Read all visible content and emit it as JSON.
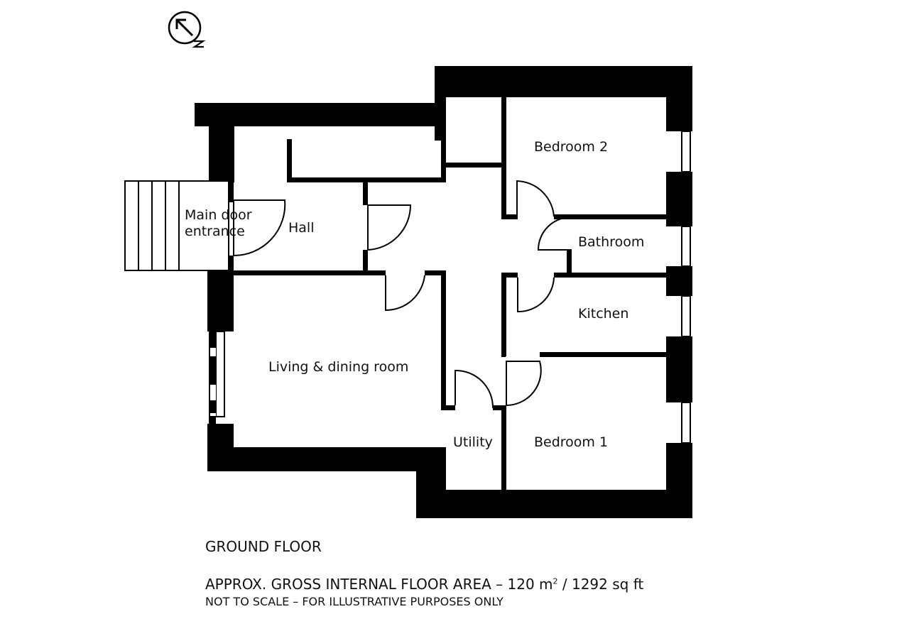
{
  "compass": {
    "direction_letter": "N",
    "icon": "north-arrow-icon"
  },
  "rooms": {
    "main_door": [
      "Main door",
      "entrance"
    ],
    "hall": "Hall",
    "living_dining": "Living & dining room",
    "utility": "Utility",
    "bedroom_1": "Bedroom 1",
    "bedroom_2": "Bedroom 2",
    "bathroom": "Bathroom",
    "kitchen": "Kitchen"
  },
  "footer": {
    "floor_name": "GROUND FLOOR",
    "area_text_main": "APPROX. GROSS INTERNAL FLOOR AREA – 120 m",
    "area_sup": "2",
    "area_text_tail": " / 1292 sq ft",
    "disclaimer": "NOT TO SCALE – FOR ILLUSTRATIVE PURPOSES ONLY"
  },
  "colors": {
    "wall": "#000000",
    "background": "#ffffff",
    "text": "#111111"
  }
}
